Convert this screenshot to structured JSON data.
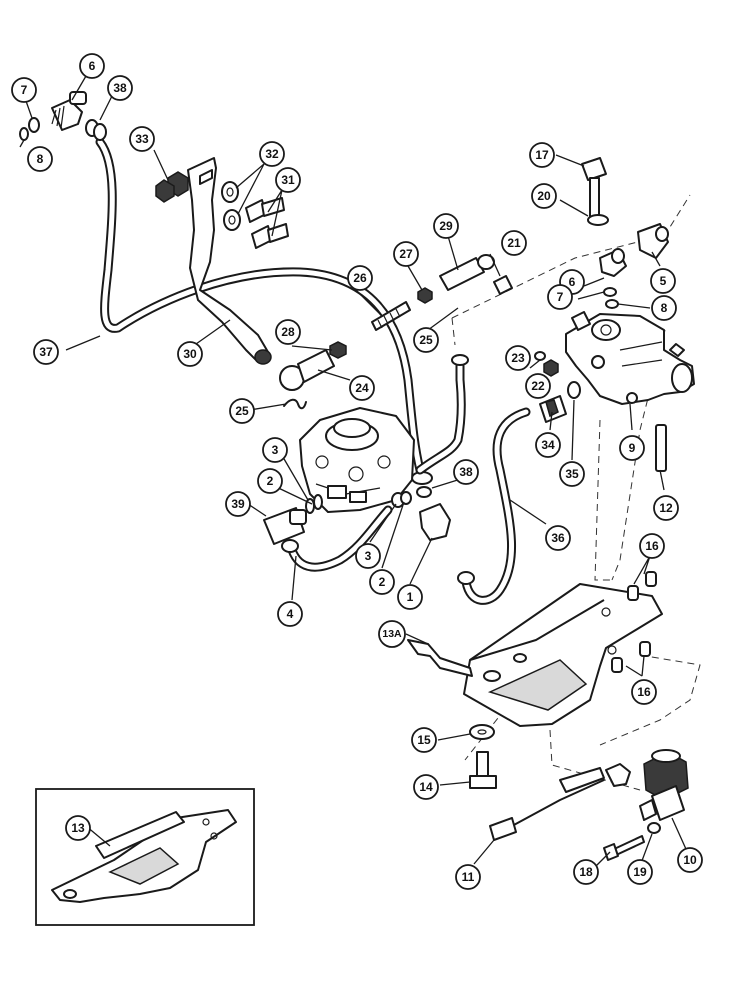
{
  "callouts": {
    "c1": "1",
    "c2a": "2",
    "c2b": "2",
    "c3a": "3",
    "c3b": "3",
    "c4": "4",
    "c5": "5",
    "c6a": "6",
    "c6b": "6",
    "c7a": "7",
    "c7b": "7",
    "c8a": "8",
    "c8b": "8",
    "c9": "9",
    "c10": "10",
    "c11": "11",
    "c12": "12",
    "c13": "13",
    "c13a": "13A",
    "c14": "14",
    "c15": "15",
    "c16a": "16",
    "c16b": "16",
    "c17": "17",
    "c18": "18",
    "c19": "19",
    "c20": "20",
    "c21": "21",
    "c22": "22",
    "c23": "23",
    "c24": "24",
    "c25a": "25",
    "c25b": "25",
    "c26": "26",
    "c27": "27",
    "c28": "28",
    "c29": "29",
    "c30": "30",
    "c31": "31",
    "c32": "32",
    "c33": "33",
    "c34": "34",
    "c35": "35",
    "c36": "36",
    "c37": "37",
    "c38a": "38",
    "c38b": "38",
    "c39": "39"
  }
}
